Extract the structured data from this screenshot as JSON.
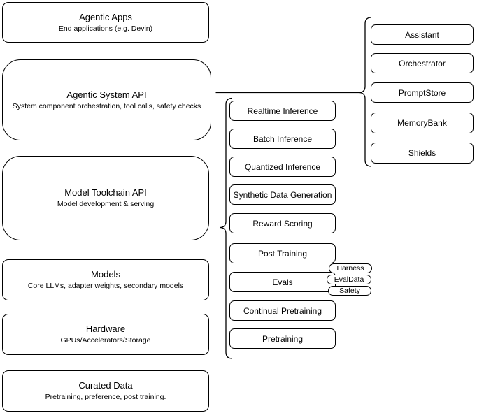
{
  "left_column": [
    {
      "title": "Agentic Apps",
      "subtitle": "End applications (e.g. Devin)"
    },
    {
      "title": "Agentic System API",
      "subtitle": "System component orchestration, tool calls, safety checks"
    },
    {
      "title": "Model Toolchain API",
      "subtitle": "Model development & serving"
    },
    {
      "title": "Models",
      "subtitle": "Core LLMs, adapter weights, secondary models"
    },
    {
      "title": "Hardware",
      "subtitle": "GPUs/Accelerators/Storage"
    },
    {
      "title": "Curated Data",
      "subtitle": "Pretraining, preference, post training."
    }
  ],
  "toolchain": {
    "items": [
      "Realtime Inference",
      "Batch Inference",
      "Quantized Inference",
      "Synthetic Data Generation",
      "Reward Scoring",
      "Post Training",
      "Evals",
      "Continual Pretraining",
      "Pretraining"
    ],
    "eval_tags": [
      "Harness",
      "EvalData",
      "Safety"
    ]
  },
  "system_components": [
    "Assistant",
    "Orchestrator",
    "PromptStore",
    "MemoryBank",
    "Shields"
  ],
  "colors": {
    "stroke": "#000000",
    "fill": "#ffffff",
    "text": "#000000"
  }
}
